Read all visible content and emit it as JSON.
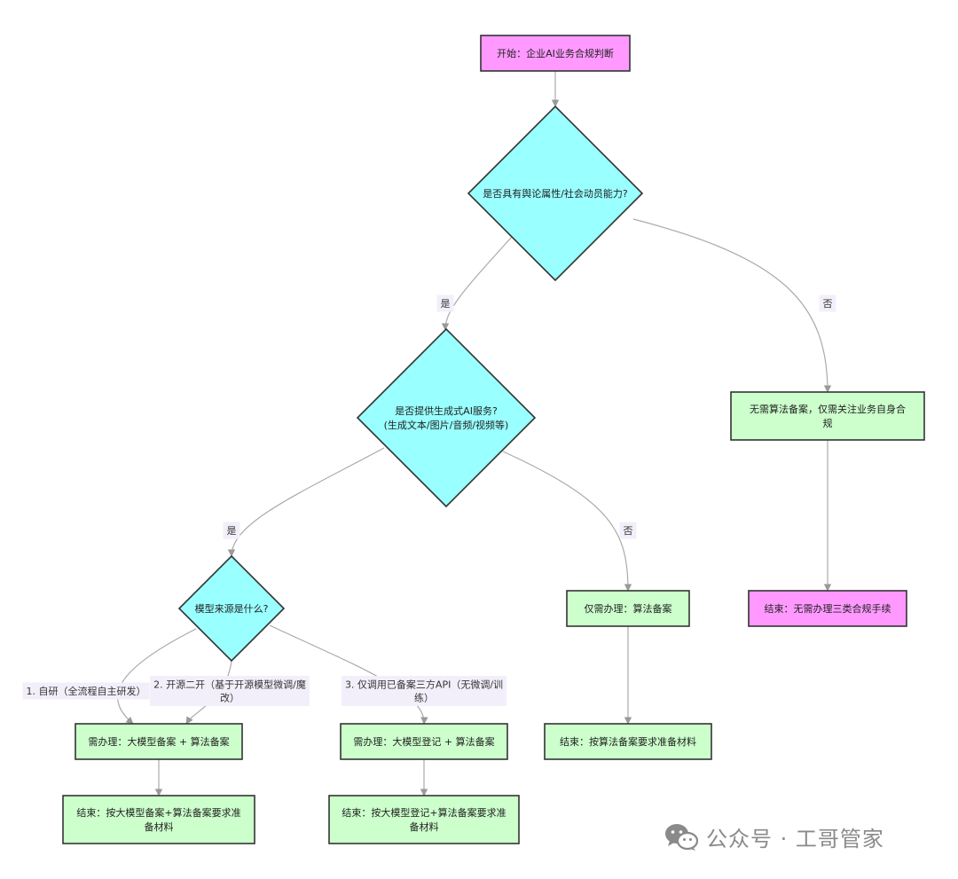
{
  "colors": {
    "start_fill": "#ff99ff",
    "decision_fill": "#99ffff",
    "process_fill": "#ccffcc",
    "stroke": "#333333",
    "edge": "#aaaaaa",
    "edge_label_bg": "#f3effa",
    "watermark": "#8a8a8a"
  },
  "nodes": {
    "start": {
      "lines": [
        "开始：企业AI业务合规判断"
      ]
    },
    "q_public_opinion": {
      "lines": [
        "是否具有舆论属性/社会动员能力?"
      ]
    },
    "q_generative": {
      "lines": [
        "是否提供生成式AI服务?",
        "(生成文本/图片/音频/视频等)"
      ]
    },
    "no_filing_needed": {
      "lines": [
        "无需算法备案，仅需关注业务自身合",
        "规"
      ]
    },
    "q_model_source": {
      "lines": [
        "模型来源是什么?"
      ]
    },
    "only_algorithm": {
      "lines": [
        "仅需办理：算法备案"
      ]
    },
    "end_no_procedure": {
      "lines": [
        "结束：无需办理三类合规手续"
      ]
    },
    "need_model_filing": {
      "lines": [
        "需办理：大模型备案 + 算法备案"
      ]
    },
    "need_model_register": {
      "lines": [
        "需办理：大模型登记 + 算法备案"
      ]
    },
    "end_algorithm_materials": {
      "lines": [
        "结束：按算法备案要求准备材料"
      ]
    },
    "end_model_filing_materials": {
      "lines": [
        "结束：按大模型备案+算法备案要求准",
        "备材料"
      ]
    },
    "end_model_register_materials": {
      "lines": [
        "结束：按大模型登记+算法备案要求准",
        "备材料"
      ]
    }
  },
  "edge_labels": {
    "yes_1": [
      "是"
    ],
    "no_1": [
      "否"
    ],
    "yes_2": [
      "是"
    ],
    "no_2": [
      "否"
    ],
    "self_dev": [
      "1. 自研（全流程自主研发）"
    ],
    "open_source": [
      "2. 开源二开（基于开源模型微调/魔",
      "改）"
    ],
    "third_party_api": [
      "3. 仅调用已备案三方API（无微调/训",
      "练）"
    ]
  },
  "watermark": {
    "icon": "wechat-icon",
    "text": "公众号 · 工哥管家"
  }
}
